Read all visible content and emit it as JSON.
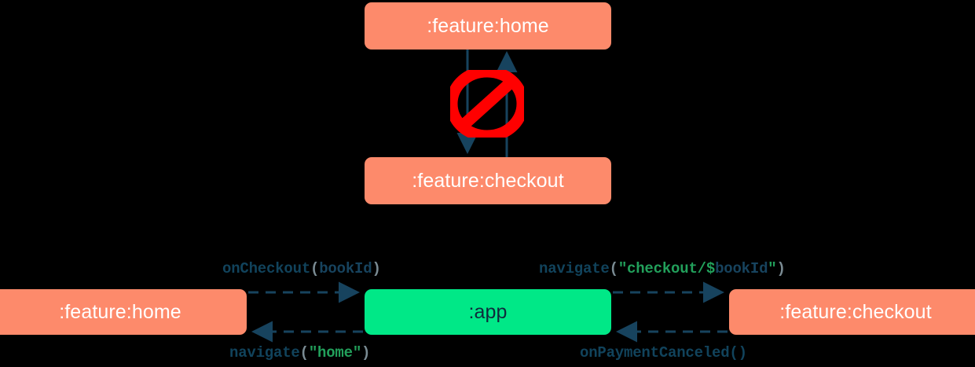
{
  "diagram": {
    "title": "Module navigation dependency diagram",
    "colors": {
      "background": "#000000",
      "feature_module": "#FD8A6B",
      "app_module": "#00E887",
      "feature_text": "#FFFFFF",
      "app_text": "#0F2A3C",
      "edge": "#17435E",
      "forbidden": "#FF0000",
      "code_function": "#11435C",
      "code_identifier": "#17435E",
      "code_punctuation": "#7A8B93",
      "code_string": "#22A05B"
    }
  },
  "forbidden_section": {
    "top_node": {
      "label": ":feature:home",
      "type": "feature-module"
    },
    "bottom_node": {
      "label": ":feature:checkout",
      "type": "feature-module"
    },
    "marker": {
      "name": "no-entry-icon",
      "meaning": "direct dependency not allowed"
    },
    "edges": [
      {
        "name": "home-to-checkout",
        "direction": "down",
        "style": "solid"
      },
      {
        "name": "checkout-to-home",
        "direction": "up",
        "style": "solid"
      }
    ]
  },
  "allowed_section": {
    "nodes": [
      {
        "label": ":feature:home",
        "type": "feature-module"
      },
      {
        "label": ":app",
        "type": "app-module"
      },
      {
        "label": ":feature:checkout",
        "type": "feature-module"
      }
    ],
    "edges": [
      {
        "name": "home-to-app",
        "direction": "right",
        "style": "dashed",
        "label_tokens": [
          {
            "text": "onCheckout",
            "token": "fn"
          },
          {
            "text": "(",
            "token": "punct"
          },
          {
            "text": "bookId",
            "token": "ident"
          },
          {
            "text": ")",
            "token": "punct"
          }
        ],
        "label_text": "onCheckout(bookId)"
      },
      {
        "name": "app-to-checkout",
        "direction": "right",
        "style": "dashed",
        "label_tokens": [
          {
            "text": "navigate",
            "token": "fn"
          },
          {
            "text": "(",
            "token": "punct"
          },
          {
            "text": "\"checkout/$",
            "token": "str"
          },
          {
            "text": "bookId",
            "token": "ident"
          },
          {
            "text": "\"",
            "token": "str"
          },
          {
            "text": ")",
            "token": "punct"
          }
        ],
        "label_text": "navigate(\"checkout/$bookId\")"
      },
      {
        "name": "app-to-home",
        "direction": "left",
        "style": "dashed",
        "label_tokens": [
          {
            "text": "navigate",
            "token": "fn"
          },
          {
            "text": "(",
            "token": "punct"
          },
          {
            "text": "\"home\"",
            "token": "str"
          },
          {
            "text": ")",
            "token": "punct"
          }
        ],
        "label_text": "navigate(\"home\")"
      },
      {
        "name": "checkout-to-app",
        "direction": "left",
        "style": "dashed",
        "label_tokens": [
          {
            "text": "onPaymentCanceled()",
            "token": "fn"
          }
        ],
        "label_text": "onPaymentCanceled()"
      }
    ]
  }
}
